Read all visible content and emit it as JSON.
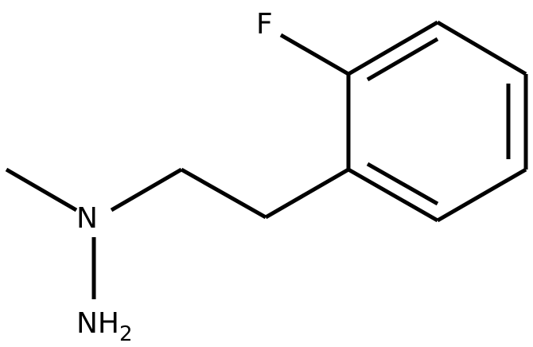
{
  "molecule": {
    "atoms": {
      "fluorine": "F",
      "nitrogen": "N",
      "amine_n": "NH",
      "amine_sub": "2"
    },
    "colors": {
      "bond": "#000000",
      "label": "#000000",
      "background": "#ffffff"
    }
  }
}
